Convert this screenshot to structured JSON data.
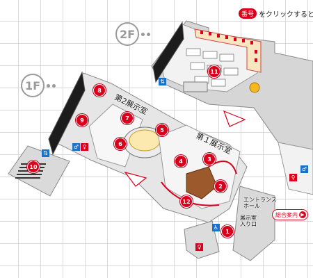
{
  "header": {
    "badge_text": "番号",
    "instruction": "をクリックすると詳"
  },
  "floors": [
    {
      "id": "2F",
      "label": "2F"
    },
    {
      "id": "1F",
      "label": "1F"
    }
  ],
  "rooms": {
    "gallery_2": "第2展示室",
    "gallery_1": "第１展示室",
    "entrance_hall": "エントランス\nホール",
    "gallery_entrance": "展示室\n入り口"
  },
  "info_button": {
    "label": "総合案内"
  },
  "markers": [
    "1",
    "2",
    "3",
    "4",
    "5",
    "6",
    "7",
    "8",
    "9",
    "10",
    "11",
    "12"
  ],
  "colors": {
    "accent": "#d8001b",
    "restroom_male": "#1a73c9",
    "restroom_female": "#d8001b"
  },
  "icons": [
    "restroom-icon",
    "accessible-restroom-icon",
    "elevator-icon"
  ]
}
